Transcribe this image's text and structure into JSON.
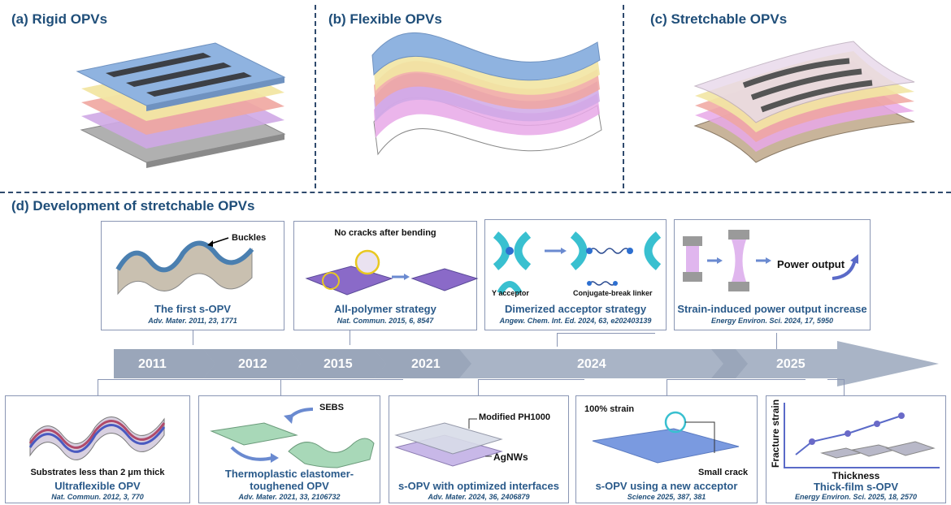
{
  "panels": {
    "a": "(a) Rigid OPVs",
    "b": "(b) Flexible OPVs",
    "c": "(c) Stretchable OPVs",
    "d": "(d) Development of stretchable OPVs"
  },
  "timeline": {
    "years": [
      "2011",
      "2012",
      "2015",
      "2021",
      "2024",
      "2025"
    ]
  },
  "top_boxes": [
    {
      "title": "The first s-OPV",
      "ref": "Adv. Mater. 2011, 23, 1771",
      "labels": [
        "Buckles"
      ]
    },
    {
      "title": "All-polymer strategy",
      "ref": "Nat. Commun. 2015, 6, 8547",
      "labels": [
        "No cracks after bending"
      ]
    },
    {
      "title": "Dimerized acceptor strategy",
      "ref": "Angew. Chem. Int. Ed. 2024, 63, e202403139",
      "labels": [
        "Y acceptor",
        "Conjugate-break linker"
      ]
    },
    {
      "title": "Strain-induced power output increase",
      "ref": "Energy Environ. Sci. 2024, 17, 5950",
      "labels": [
        "Power output"
      ]
    }
  ],
  "bottom_boxes": [
    {
      "title": "Ultraflexible OPV",
      "ref": "Nat. Commun. 2012, 3, 770",
      "labels": [
        "Substrates less than 2 μm thick"
      ]
    },
    {
      "title": "Thermoplastic elastomer-",
      "title2": "toughened OPV",
      "ref": "Adv. Mater. 2021, 33, 2106732",
      "labels": [
        "SEBS"
      ]
    },
    {
      "title": "s-OPV with optimized interfaces",
      "ref": "Adv. Mater. 2024, 36, 2406879",
      "labels": [
        "Modified PH1000",
        "AgNWs"
      ]
    },
    {
      "title": "s-OPV using a new acceptor",
      "ref": "Science 2025, 387, 381",
      "labels": [
        "100% strain",
        "Small crack"
      ]
    },
    {
      "title": "Thick-film s-OPV",
      "ref": "Energy Environ. Sci. 2025, 18, 2570",
      "labels": [
        "Fracture strain",
        "Thickness"
      ]
    }
  ],
  "colors": {
    "heading": "#1f4e79",
    "caption": "#2a5a8a",
    "arrow": "#a9b4c6",
    "box_border": "#8a96b4",
    "layer_blue": "#8fb3e0",
    "layer_yellow": "#f2e6a3",
    "layer_red": "#f0a6a0",
    "layer_purple": "#cfa8e6",
    "layer_grey": "#a8a8a8"
  }
}
